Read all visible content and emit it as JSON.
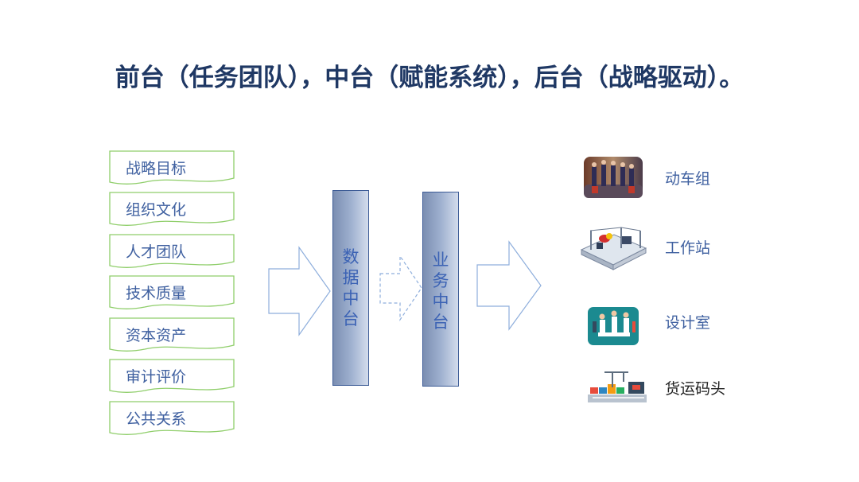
{
  "title": "前台（任务团队），中台（赋能系统），后台（战略驱动）。",
  "left_items": [
    "战略目标",
    "组织文化",
    "人才团队",
    "技术质量",
    "资本资产",
    "审计评价",
    "公共关系"
  ],
  "columns": {
    "data_platform": [
      "数",
      "据",
      "中",
      "台"
    ],
    "business_platform": [
      "业",
      "务",
      "中",
      "台"
    ]
  },
  "right_items": [
    {
      "label": "动车组",
      "icon": "train-crew-photo-icon"
    },
    {
      "label": "工作站",
      "icon": "workstation-icon"
    },
    {
      "label": "设计室",
      "icon": "design-room-icon"
    },
    {
      "label": "货运码头",
      "icon": "cargo-port-icon"
    }
  ],
  "colors": {
    "title": "#1f3864",
    "left_border": "#8fce6a",
    "left_text": "#3f60a0",
    "column_border": "#3c5b96",
    "column_text": "#3b62b4",
    "arrow": "#8eaedc",
    "right_text": "#3f60a0",
    "right_text_dark": "#222222"
  }
}
